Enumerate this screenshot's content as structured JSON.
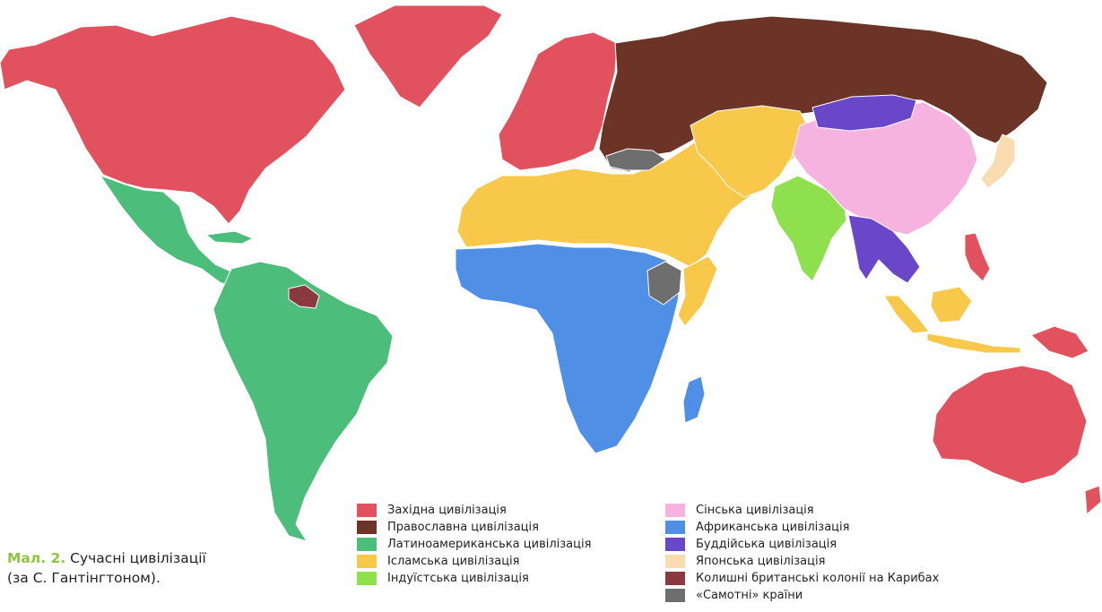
{
  "caption": {
    "lead": "Мал. 2.",
    "line1": "Сучасні цивілізації",
    "line2": "(за С. Гантінгтоном)."
  },
  "colors": {
    "western": "#e1525e",
    "orthodox": "#6b3426",
    "latin": "#4cbd7a",
    "islamic": "#f8c84a",
    "hindu": "#8fe04e",
    "sinic": "#f6b3e0",
    "african": "#4f8fe6",
    "buddhist": "#6a46c9",
    "japanese": "#f9dcb0",
    "caribbean": "#8a3a3e",
    "lone": "#6e6e6e"
  },
  "legend": {
    "col1": [
      {
        "key": "western",
        "label": "Західна цивілізація"
      },
      {
        "key": "orthodox",
        "label": "Православна цивілізація"
      },
      {
        "key": "latin",
        "label": "Латиноамериканська цивілізація"
      },
      {
        "key": "islamic",
        "label": "Ісламська цивілізація"
      },
      {
        "key": "hindu",
        "label": "Індуїстська цивілізація"
      }
    ],
    "col2": [
      {
        "key": "sinic",
        "label": "Сінська цивілізація"
      },
      {
        "key": "african",
        "label": "Африканська цивілізація"
      },
      {
        "key": "buddhist",
        "label": "Буддійська цивілізація"
      },
      {
        "key": "japanese",
        "label": "Японська цивілізація"
      },
      {
        "key": "caribbean",
        "label": "Колишні британські колонії на Карибах"
      },
      {
        "key": "lone",
        "label": "«Самотні» країни"
      }
    ]
  }
}
